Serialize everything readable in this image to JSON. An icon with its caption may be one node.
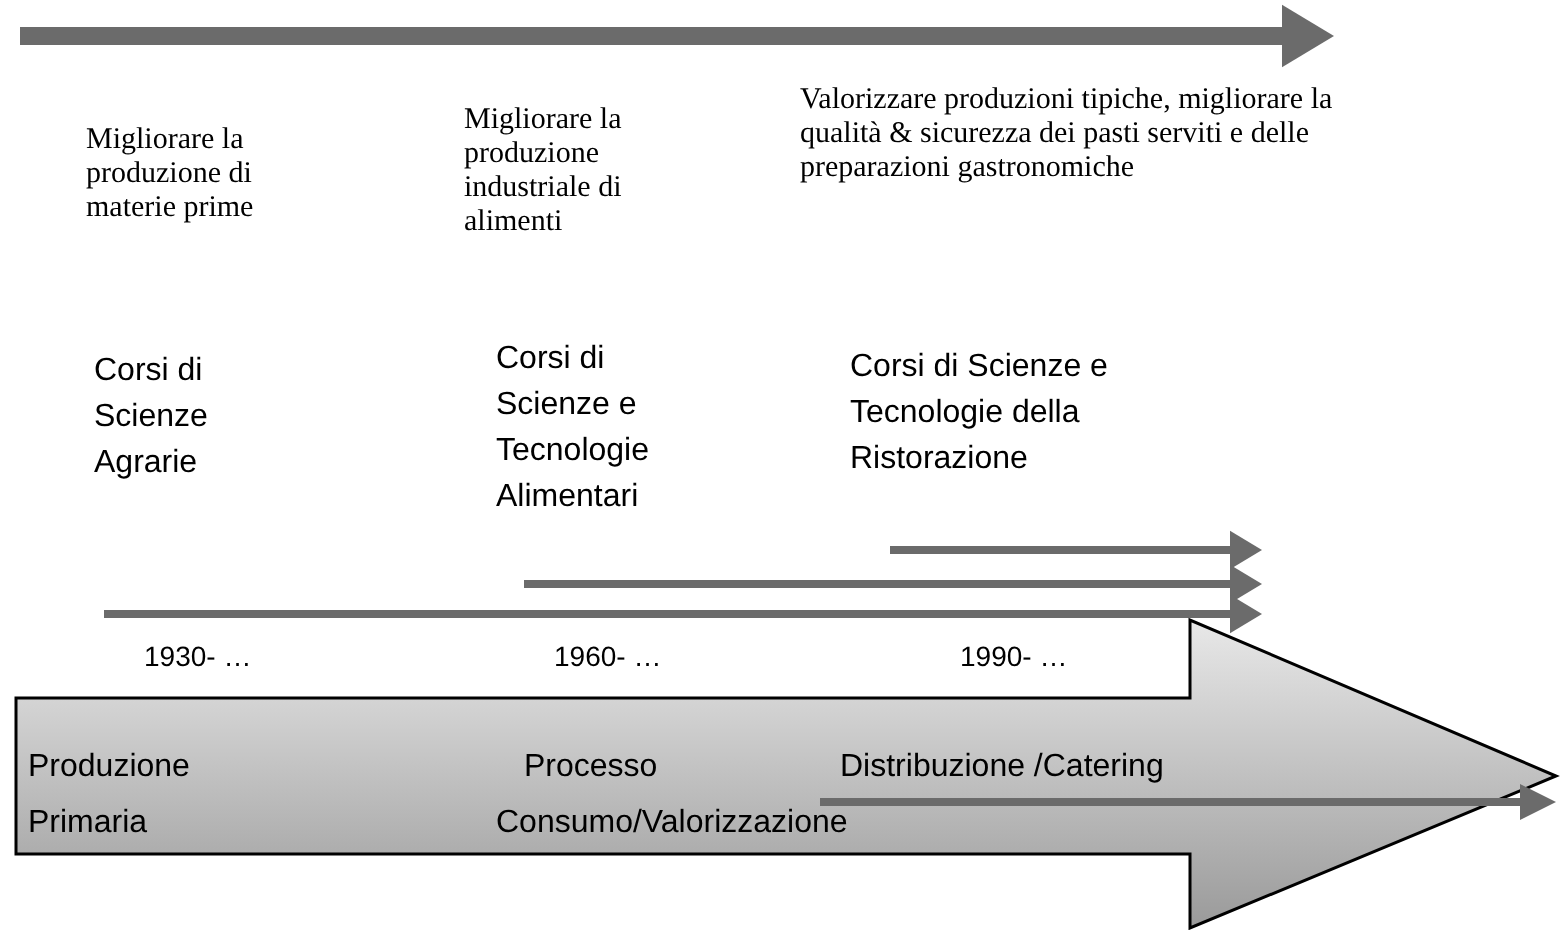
{
  "diagram": {
    "nodes": [
      {
        "text": [
          "Produzione Primaria",
          "Processo",
          "Distribuzione /Catering",
          "Consumo/Valorizzazione"
        ]
      }
    ],
    "labels": [
      "Migliorare la produzione di materie prime",
      "Migliorare la produzione industriale di alimenti",
      "Valorizzare produzioni tipiche, migliorare la qualità & sicurezza dei pasti serviti e delle preparazioni gastronomiche",
      "Corsi di Scienze Agrarie",
      "Corsi di Scienze e Tecnologie Alimentari",
      "Corsi di Scienze e Tecnologie della Ristorazione",
      "1930- …",
      "1960- …",
      "1990- …"
    ]
  }
}
